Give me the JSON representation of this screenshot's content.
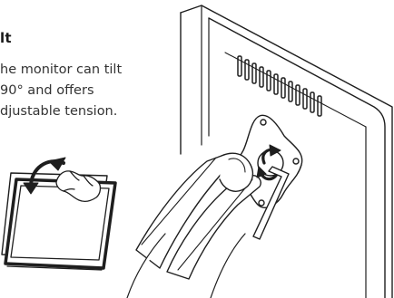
{
  "section": {
    "title": "lt",
    "description_lines": [
      "he monitor can tilt",
      "90° and offers",
      "djustable tension."
    ]
  },
  "illustrations": {
    "small": {
      "icon": "tilt-arrow-icon"
    },
    "large": {
      "icon": "rotation-arrows-icon"
    }
  },
  "colors": {
    "text": "#333333",
    "title": "#1a1a1a",
    "line": "#1e1e1e"
  }
}
